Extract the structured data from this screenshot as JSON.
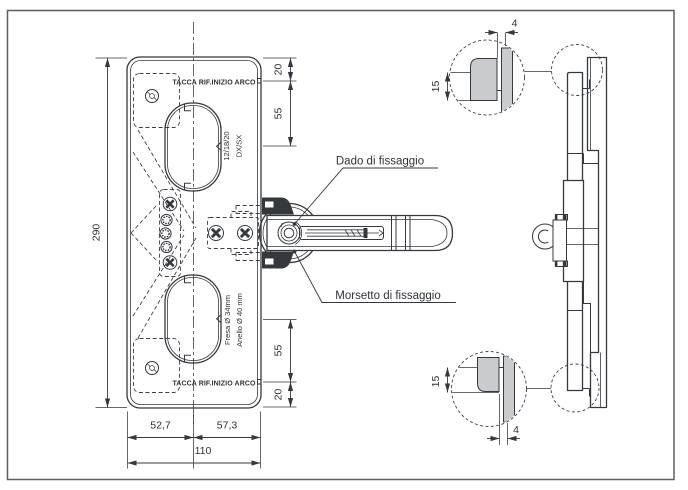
{
  "labels": {
    "dado": "Dado di fissaggio",
    "morsetto": "Morsetto di fissaggio"
  },
  "plate": {
    "tacca_top": "TACCA RIF.INIZIO ARCO",
    "tacca_bottom": "TACCA RIF.INIZIO ARCO",
    "code": "12/18/20",
    "orientation": "DX/SX",
    "fresa": "Fresa Ø 34mm",
    "anello": "Anello Ø 40 mm"
  },
  "dimensions": {
    "plate_height": "290",
    "plate_width": "110",
    "width_left": "52,7",
    "width_right": "57,3",
    "top_margin": "20",
    "top_arc": "55",
    "bottom_arc": "55",
    "bottom_margin": "20",
    "detail_top_height": "15",
    "detail_top_gap": "4",
    "detail_bottom_height": "15",
    "detail_bottom_gap": "4"
  },
  "colors": {
    "line": "#35383d",
    "gray_fill": "#c9cbcd",
    "border": "#5a5e66",
    "background": "#ffffff"
  }
}
